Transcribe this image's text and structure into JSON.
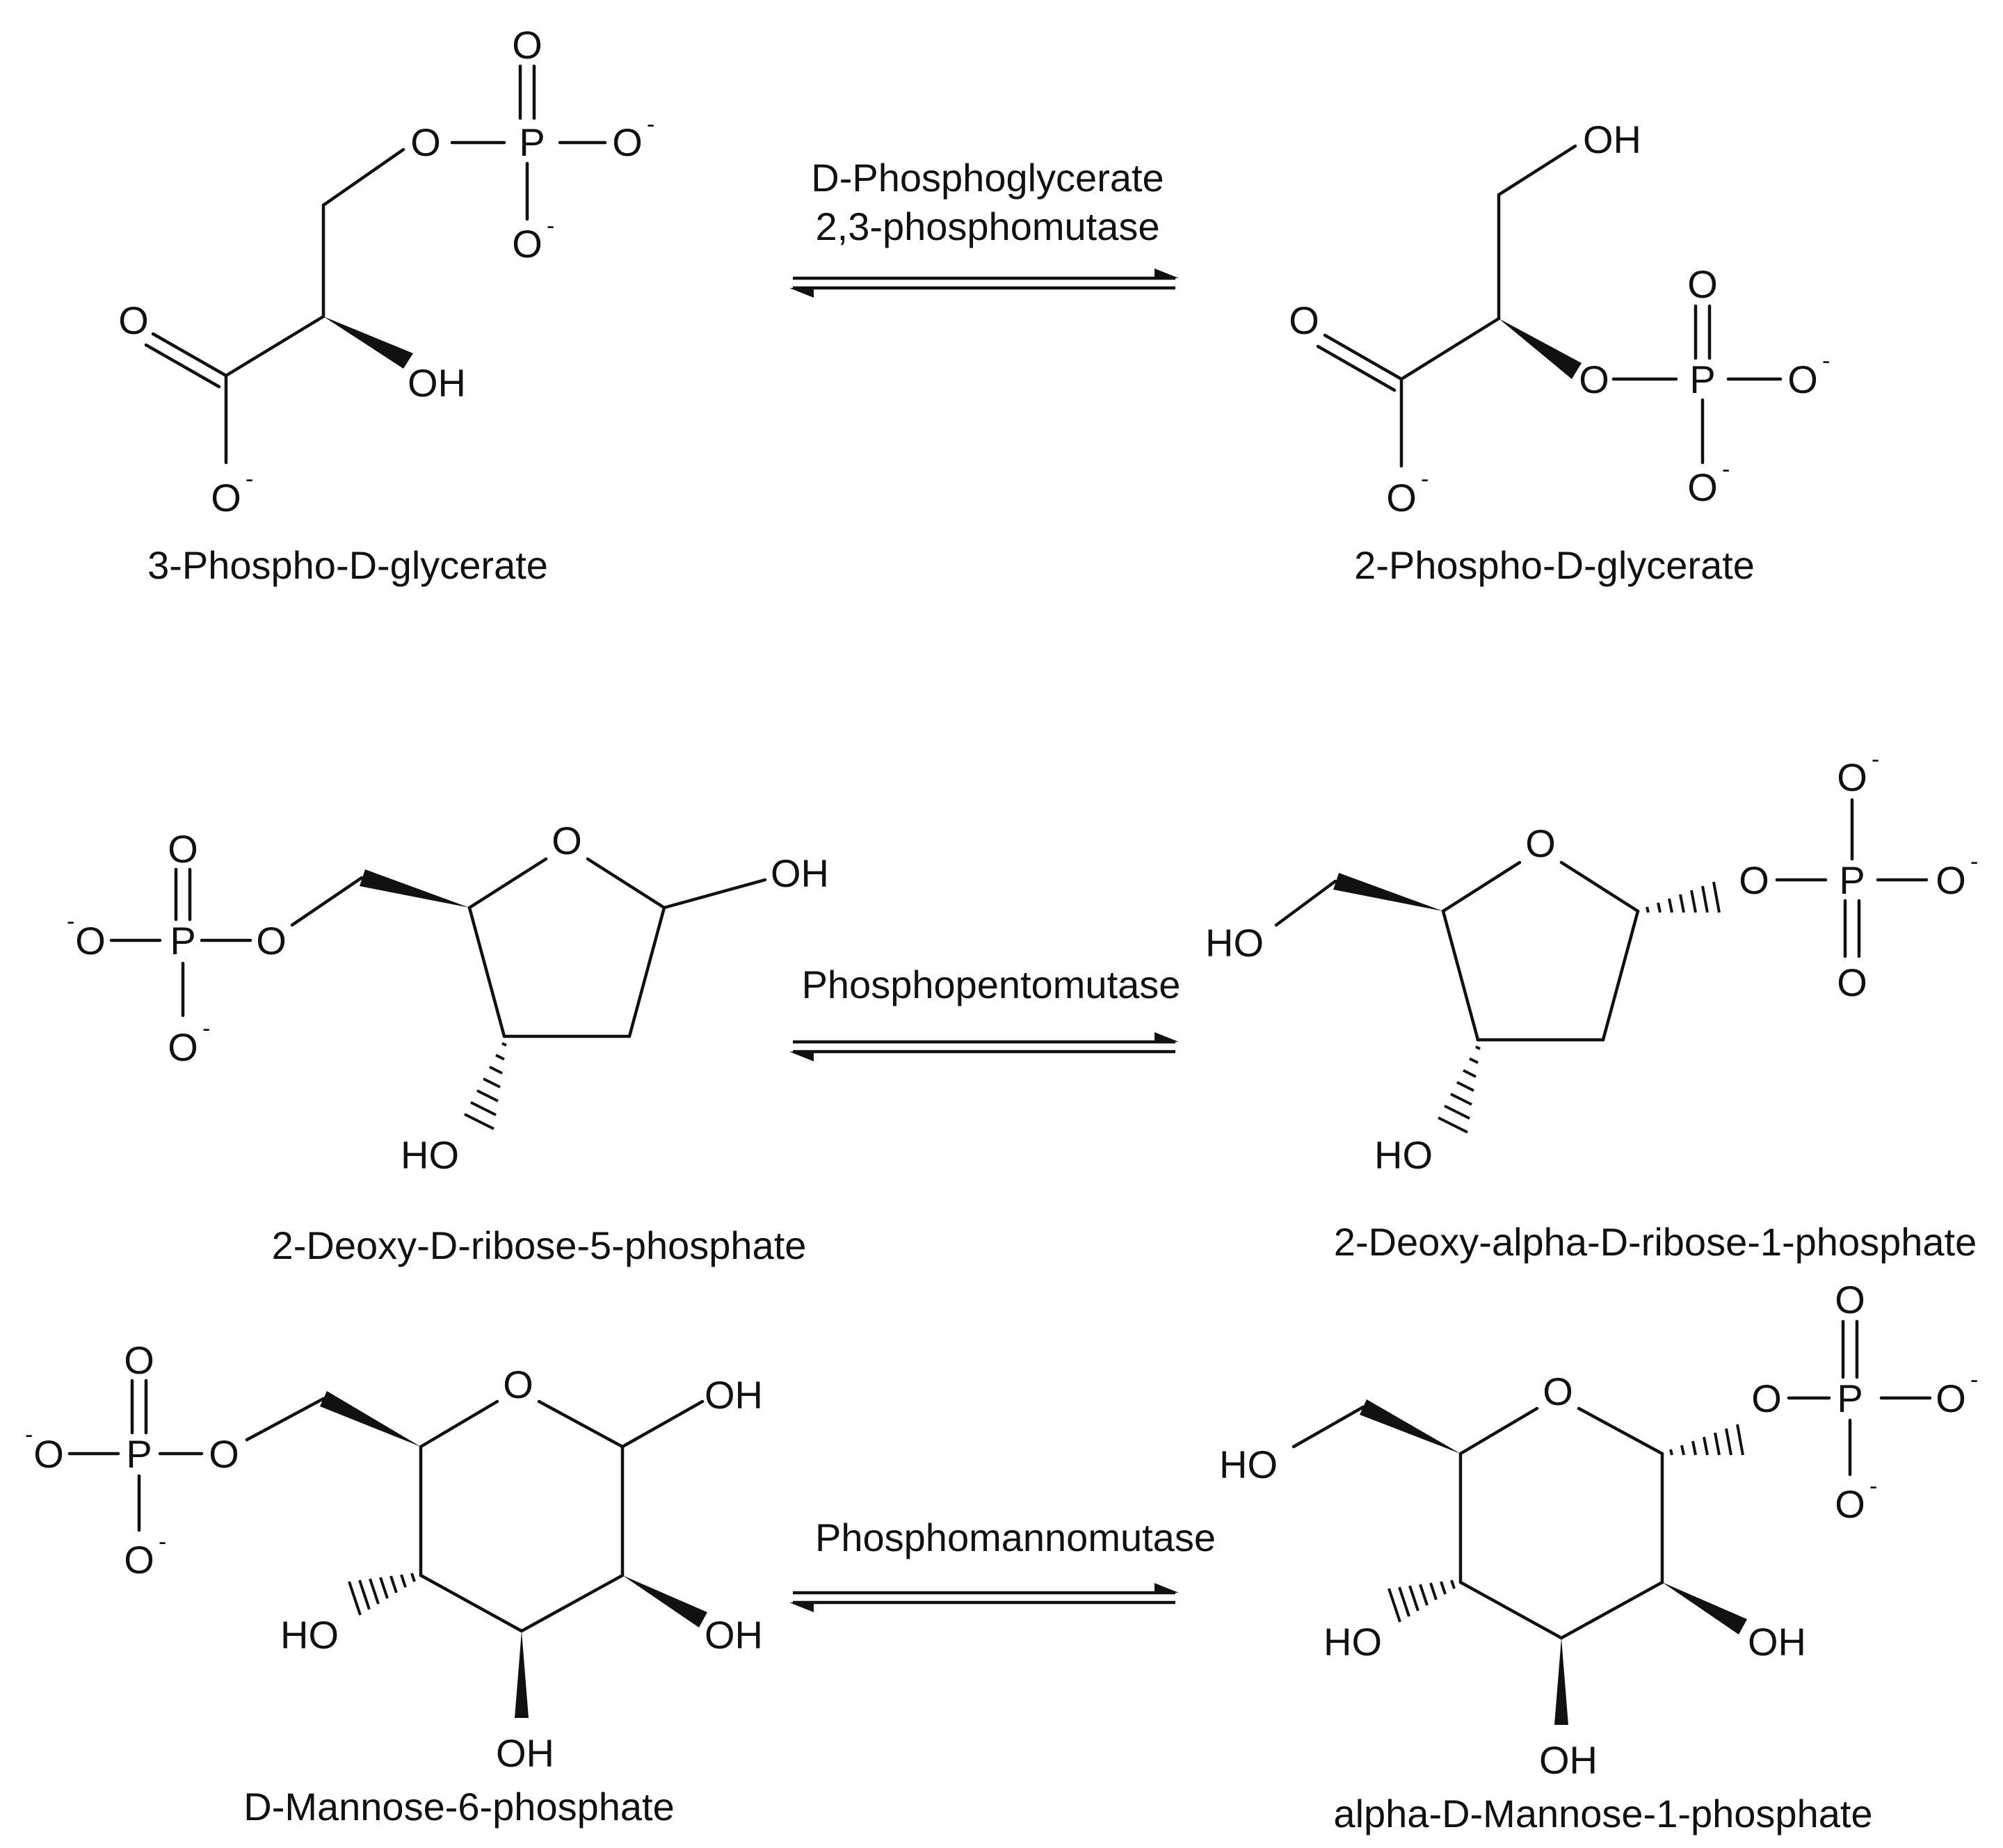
{
  "reactions": [
    {
      "substrate": "3-Phospho-D-glycerate",
      "enzyme_lines": [
        "D-Phosphoglycerate",
        "2,3-phosphomutase"
      ],
      "product": "2-Phospho-D-glycerate"
    },
    {
      "substrate": "2-Deoxy-D-ribose-5-phosphate",
      "enzyme_lines": [
        "Phosphopentomutase"
      ],
      "product": "2-Deoxy-alpha-D-ribose-1-phosphate"
    },
    {
      "substrate": "D-Mannose-6-phosphate",
      "enzyme_lines": [
        "Phosphomannomutase"
      ],
      "product": "alpha-D-Mannose-1-phosphate"
    }
  ],
  "atoms": {
    "O": "O",
    "P": "P",
    "OH": "OH",
    "HO": "HO",
    "minus": "-"
  }
}
